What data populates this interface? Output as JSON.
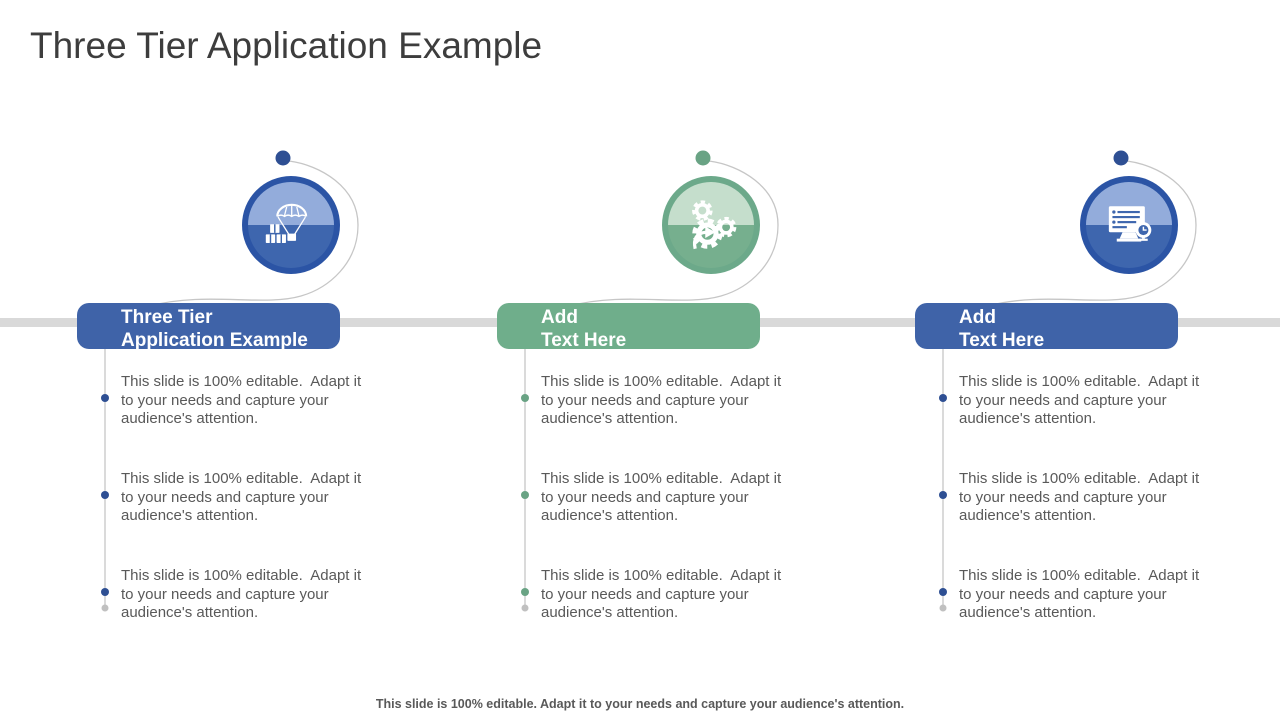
{
  "slide": {
    "title": "Three Tier Application Example",
    "footer": "This slide is 100% editable. Adapt it to your needs and capture your audience's attention."
  },
  "palette": {
    "blue": {
      "accent": "#3F63A8",
      "ring": "#2B54A5",
      "body": "#3E66AE",
      "gloss": "#93ACDB",
      "dot": "#2E4F93"
    },
    "green": {
      "accent": "#6FAE8B",
      "ring": "#6CA98A",
      "body": "#76AF8E",
      "gloss": "#C5DECC",
      "dot": "#69A384"
    },
    "neutral": {
      "track": "#D9D9D9",
      "connector": "#C6C6C6",
      "end_dot": "#C0C0C0",
      "text": "#595959",
      "title": "#3D3D3D"
    }
  },
  "columns": [
    {
      "scheme": "blue",
      "icon": "parachute-delivery",
      "label": "Three Tier\nApplication Example",
      "bullets": [
        "This slide is 100% editable.  Adapt it\nto your needs and capture your\naudience's attention.",
        "This slide is 100% editable.  Adapt it\nto your needs and capture your\naudience's attention.",
        "This slide is 100% editable.  Adapt it\nto your needs and capture your\naudience's attention."
      ]
    },
    {
      "scheme": "green",
      "icon": "gears-process",
      "label": "Add\nText Here",
      "bullets": [
        "This slide is 100% editable.  Adapt it\nto your needs and capture your\naudience's attention.",
        "This slide is 100% editable.  Adapt it\nto your needs and capture your\naudience's attention.",
        "This slide is 100% editable.  Adapt it\nto your needs and capture your\naudience's attention."
      ]
    },
    {
      "scheme": "blue",
      "icon": "server-monitoring",
      "label": "Add\nText Here",
      "bullets": [
        "This slide is 100% editable.  Adapt it\nto your needs and capture your\naudience's attention.",
        "This slide is 100% editable.  Adapt it\nto your needs and capture your\naudience's attention.",
        "This slide is 100% editable.  Adapt it\nto your needs and capture your\naudience's attention."
      ]
    }
  ]
}
